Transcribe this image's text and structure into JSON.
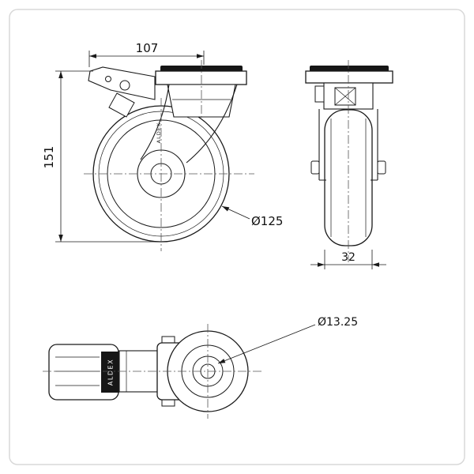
{
  "dims": {
    "top_width": "107",
    "height": "151",
    "wheel_diameter": "Ø125",
    "wheel_width": "32",
    "bolt_hole": "Ø13.25"
  },
  "brand": {
    "label": "ALDEX"
  },
  "colors": {
    "line": "#1a1a1a",
    "centerline": "#555555",
    "dark_fill": "#161616",
    "border": "#d9d9d9",
    "background": "#ffffff"
  }
}
